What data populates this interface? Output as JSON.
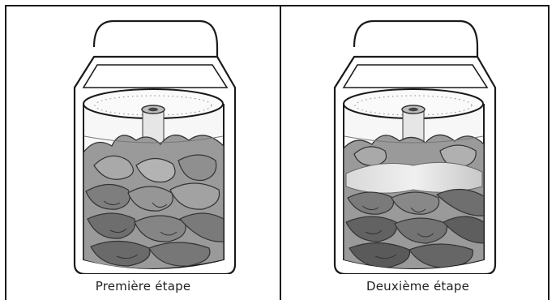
{
  "panels": [
    {
      "caption": "Première étape",
      "stage": 1
    },
    {
      "caption": "Deuxième étape",
      "stage": 2
    }
  ],
  "colors": {
    "outline": "#1a1a1a",
    "clothes_light": "#a9a9a9",
    "clothes_mid": "#8a8a8a",
    "clothes_dark": "#6e6e6e",
    "agitator": "#e6e6e6"
  }
}
